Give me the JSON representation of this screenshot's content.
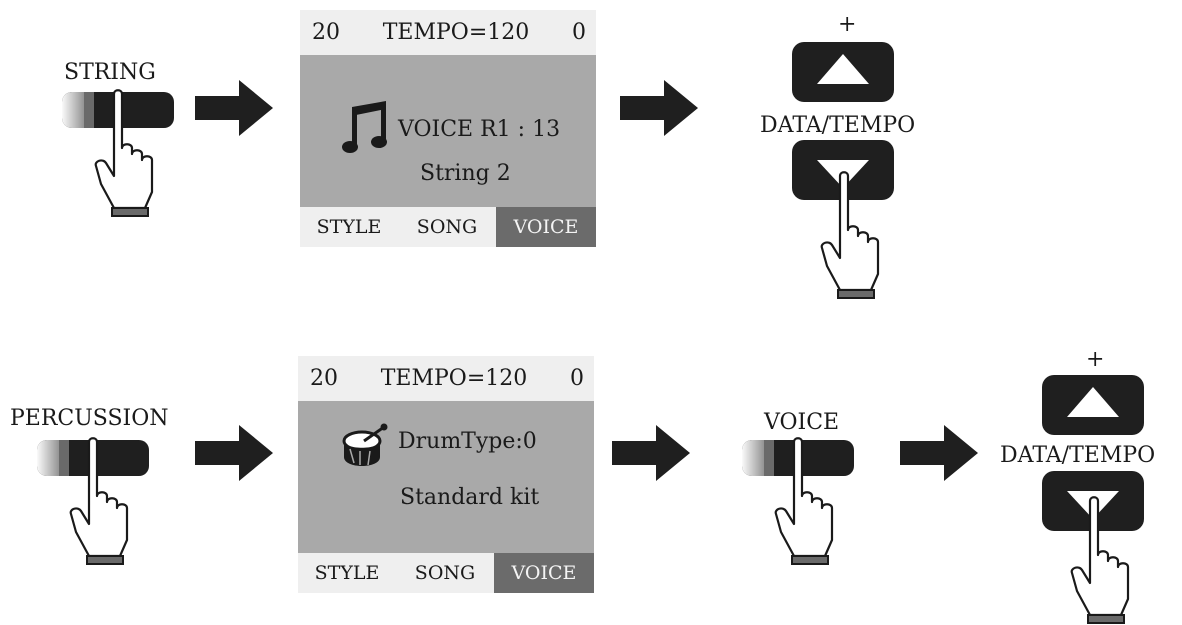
{
  "row1": {
    "button_label": "STRING",
    "display": {
      "top_left": "20",
      "top_title": "TEMPO=120",
      "top_right": "0",
      "line1": "VOICE R1 :  13",
      "line2": "String 2",
      "icon": "music-note-icon",
      "tabs": [
        "STYLE",
        "SONG",
        "VOICE"
      ],
      "selected_tab": "VOICE"
    },
    "data_tempo": {
      "plus": "+",
      "label": "DATA/TEMPO"
    }
  },
  "row2": {
    "button_label": "PERCUSSION",
    "display": {
      "top_left": "20",
      "top_title": "TEMPO=120",
      "top_right": "0",
      "line1": "DrumType:0",
      "line2": "Standard kit",
      "icon": "drum-icon",
      "tabs": [
        "STYLE",
        "SONG",
        "VOICE"
      ],
      "selected_tab": "VOICE"
    },
    "voice_button_label": "VOICE",
    "data_tempo": {
      "plus": "+",
      "label": "DATA/TEMPO"
    }
  },
  "colors": {
    "lcd_body": "#a9a9a9",
    "lcd_bar": "#efefef",
    "selected_tab": "#6b6b6b",
    "key": "#1f1f1f"
  }
}
